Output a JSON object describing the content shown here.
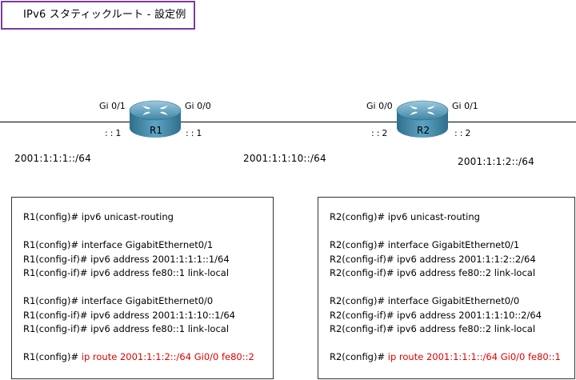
{
  "title": "IPv6 スタティックルート - 設定例",
  "routers": {
    "r1": {
      "name": "R1",
      "left_if": "Gi 0/1",
      "right_if": "Gi 0/0",
      "left_host": "::1",
      "right_host": "::1"
    },
    "r2": {
      "name": "R2",
      "left_if": "Gi 0/0",
      "right_if": "Gi 0/1",
      "left_host": "::2",
      "right_host": "::2"
    }
  },
  "networks": {
    "left": "2001:1:1:1::/64",
    "middle": "2001:1:1:10::/64",
    "right": "2001:1:1:2::/64"
  },
  "config_r1": {
    "l1": "R1(config)# ipv6 unicast-routing",
    "l2": "R1(config)# interface GigabitEthernet0/1",
    "l3": "R1(config-if)# ipv6 address 2001:1:1:1::1/64",
    "l4": "R1(config-if)# ipv6 address fe80::1 link-local",
    "l5": "R1(config)# interface GigabitEthernet0/0",
    "l6": "R1(config-if)# ipv6 address 2001:1:1:10::1/64",
    "l7": "R1(config-if)# ipv6 address fe80::1 link-local",
    "l8_prefix": "R1(config)# ",
    "l8_cmd": "ip route 2001:1:1:2::/64 Gi0/0 fe80::2"
  },
  "config_r2": {
    "l1": "R2(config)# ipv6 unicast-routing",
    "l2": "R2(config)# interface GigabitEthernet0/1",
    "l3": "R2(config-if)# ipv6 address 2001:1:1:2::2/64",
    "l4": "R2(config-if)# ipv6 address fe80::2 link-local",
    "l5": "R2(config)# interface GigabitEthernet0/0",
    "l6": "R2(config-if)# ipv6 address 2001:1:1:10::2/64",
    "l7": "R2(config-if)# ipv6 address fe80::2 link-local",
    "l8_prefix": "R2(config)# ",
    "l8_cmd": "ip route 2001:1:1:1::/64 Gi0/0 fe80::1"
  },
  "colors": {
    "title_border": "#7a3ba0",
    "router_body": "#3f86a6",
    "highlight": "#e00000"
  },
  "icons": {
    "router": "router-icon"
  }
}
